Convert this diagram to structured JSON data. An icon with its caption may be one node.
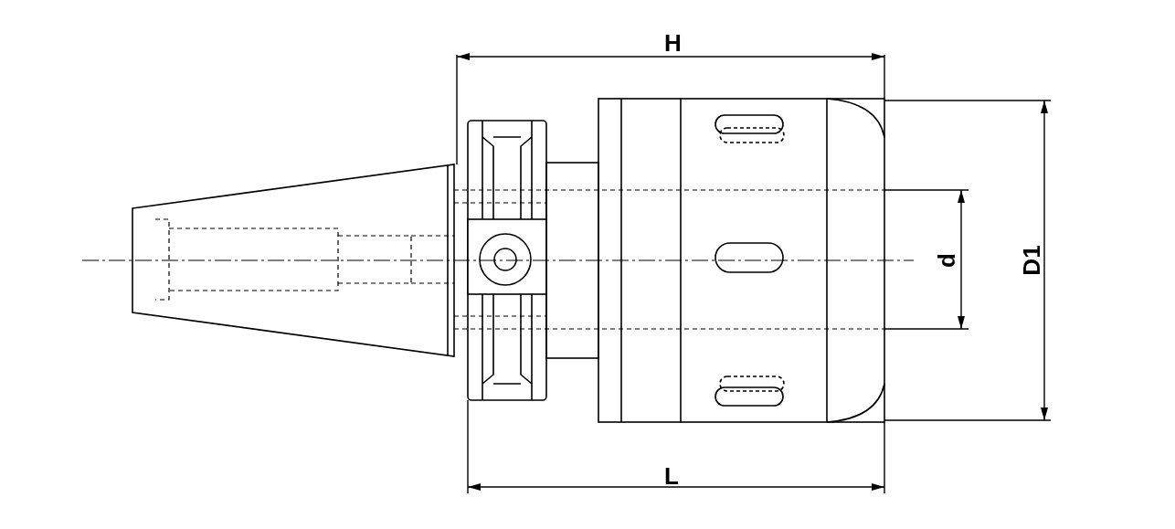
{
  "diagram": {
    "labels": [
      "H",
      "d",
      "D1",
      "L"
    ]
  }
}
